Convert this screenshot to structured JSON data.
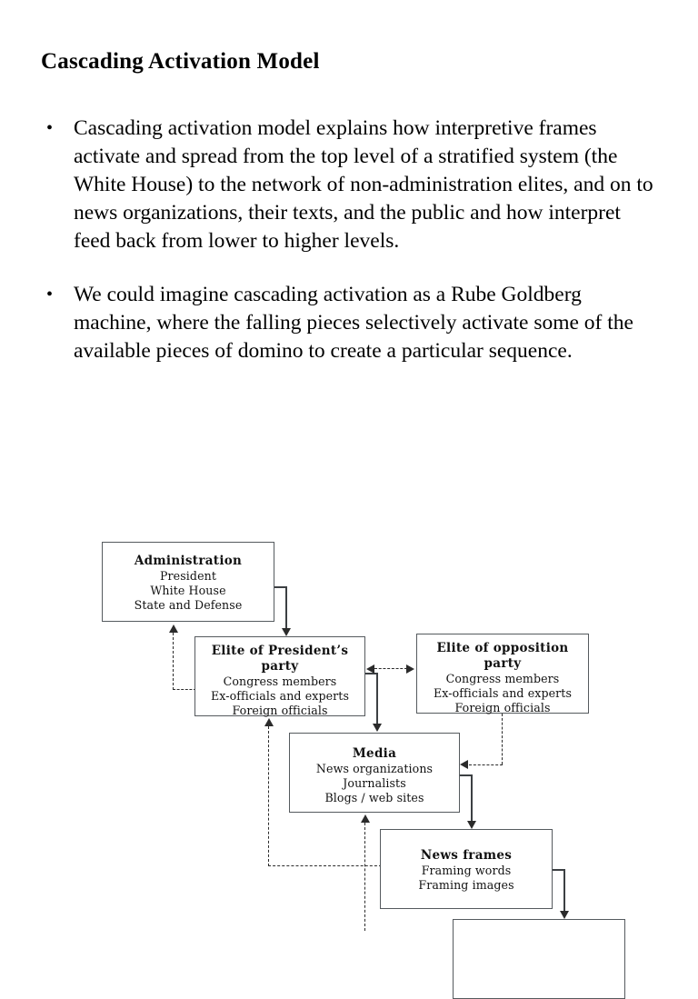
{
  "slide": {
    "title": "Cascading Activation Model",
    "bullet_glyph": "•",
    "bullets": [
      {
        "text": "Cascading activation model explains how interpretive frames activate and spread from the top level of a stratified system (the White House) to the network of non-administration elites, and on to news organizations, their texts, and the public and how interpret feed back from lower to higher levels."
      },
      {
        "text": "We could imagine cascading activation as a Rube Goldberg machine, where the falling pieces selectively activate some of the available pieces of domino to create a particular sequence."
      }
    ]
  },
  "diagram": {
    "name": "cascading-activation-flow-diagram",
    "boxes": {
      "administration": {
        "title": "Administration",
        "line1": "President",
        "line2": "White House",
        "line3": "State and Defense"
      },
      "elite_president": {
        "title": "Elite of President’s party",
        "line1": "Congress members",
        "line2": "Ex-officials and experts",
        "line3": "Foreign officials"
      },
      "elite_opposition": {
        "title": "Elite of opposition party",
        "line1": "Congress members",
        "line2": "Ex-officials and experts",
        "line3": "Foreign officials"
      },
      "media": {
        "title": "Media",
        "line1": "News organizations",
        "line2": "Journalists",
        "line3": "Blogs / web sites"
      },
      "news_frames": {
        "title": "News frames",
        "line1": "Framing words",
        "line2": "Framing images",
        "line3": ""
      },
      "public": {
        "title": "",
        "line1": "",
        "line2": "",
        "line3": ""
      }
    },
    "colors": {
      "box_border": "#555a5e",
      "connector": "#3c4043",
      "arrow": "#2b2b2b",
      "background": "#ffffff",
      "text": "#111111"
    }
  }
}
